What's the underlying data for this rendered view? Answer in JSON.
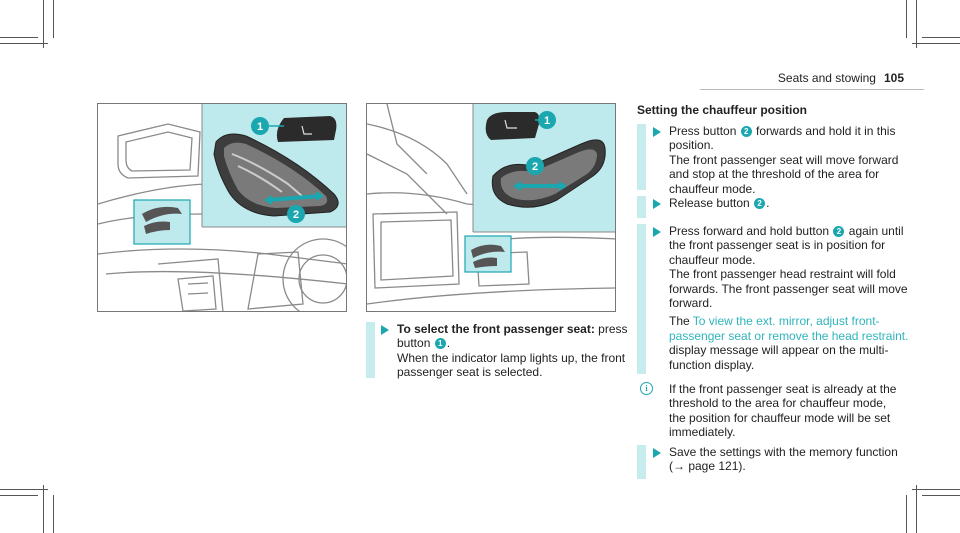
{
  "header": {
    "section": "Seats and stowing",
    "page": "105"
  },
  "left_figure": {
    "callout_1": "1",
    "callout_2": "2"
  },
  "mid_figure": {
    "callout_1": "1",
    "callout_2": "2"
  },
  "step_select": {
    "bold": "To select the front passenger seat:",
    "line1_rest": " press",
    "line2_pre": "button ",
    "line2_num": "1",
    "line2_post": ".",
    "line3": "When the indicator lamp lights up, the front",
    "line4": "passenger seat is selected."
  },
  "section_heading": "Setting the chauffeur position",
  "step1": {
    "l1_pre": "Press button ",
    "l1_num": "2",
    "l1_post": " forwards and hold it in this",
    "l2": "position.",
    "l3": "The front passenger seat will move forward",
    "l4": "and stop at the threshold of the area for",
    "l5": "chauffeur mode."
  },
  "step2": {
    "pre": "Release button ",
    "num": "2",
    "post": "."
  },
  "step3": {
    "l1_pre": "Press forward and hold button ",
    "l1_num": "2",
    "l1_post": " again until",
    "l2": "the front passenger seat is in position for",
    "l3": "chauffeur mode.",
    "l4": "The front passenger head restraint will fold",
    "l5": "forwards. The front passenger seat will move",
    "l6": "forward.",
    "l7_pre": "The ",
    "l7_link": "To view the ext. mirror, adjust front-",
    "l8_link": "passenger seat or remove the head restraint.",
    "l9": "display message will appear on the multi-",
    "l10": "function display."
  },
  "note": {
    "icon": "i",
    "l1": "If the front passenger seat is already at the",
    "l2": "threshold to the area for chauffeur mode,",
    "l3": "the position for chauffeur mode will be set",
    "l4": "immediately."
  },
  "step4": {
    "l1": "Save the settings with the memory function",
    "l2": "(→ page 121)."
  },
  "colors": {
    "accent": "#1aa7b0",
    "highlight": "#bfeaed",
    "link": "#2fb5bd"
  }
}
